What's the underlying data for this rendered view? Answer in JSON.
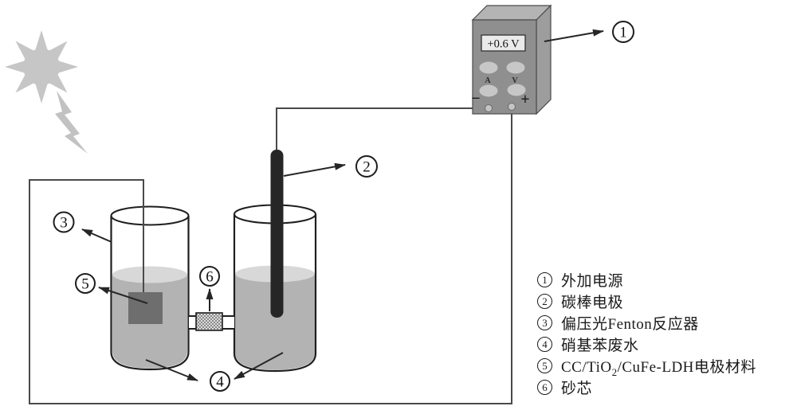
{
  "figure": {
    "power_supply": {
      "display_value": "+0.6 V",
      "ammeter_label": "A",
      "voltmeter_label": "V",
      "minus_label": "−",
      "plus_label": "+"
    },
    "callouts": {
      "c1": "1",
      "c2": "2",
      "c3": "3",
      "c4": "4",
      "c5": "5",
      "c6": "6"
    }
  },
  "legend": {
    "items": [
      {
        "marker": "1",
        "text": "外加电源"
      },
      {
        "marker": "2",
        "text": "碳棒电极"
      },
      {
        "marker": "3",
        "text": "偏压光Fenton反应器"
      },
      {
        "marker": "4",
        "text": "硝基苯废水"
      },
      {
        "marker": "5",
        "pre": "CC/TiO",
        "sub": "2",
        "post": "/CuFe-LDH电极材料"
      },
      {
        "marker": "6",
        "text": "砂芯"
      }
    ]
  },
  "colors": {
    "sun": "#c6c6c6",
    "lightning": "#c2c2c2",
    "liquid": "#b3b3b3",
    "liquid_surface": "#d8d8d8",
    "electrode_plate": "#6e6e6e",
    "carbon_rod": "#262626",
    "wire": "#4a4a4a",
    "ps_front": "#8f8f8f",
    "ps_top": "#b4b4b4",
    "ps_side": "#9d9d9d",
    "ps_display_bg": "#eaeaea",
    "knob": "#c7c7c7",
    "terminal": "#c4c4c4"
  }
}
